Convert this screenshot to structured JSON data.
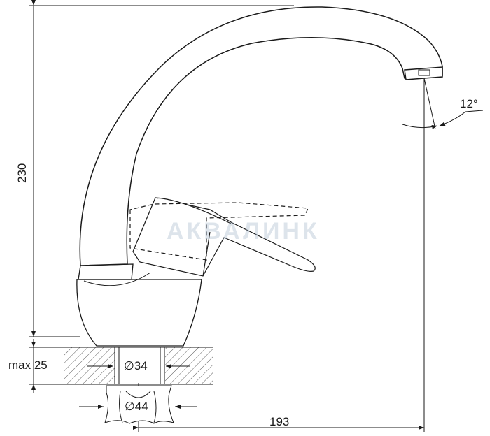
{
  "drawing": {
    "dimensions": {
      "height": "230",
      "reach": "193",
      "spout_angle": "12°",
      "max_countertop": "max 25",
      "hole_diameter": "∅34",
      "nut_diameter": "∅44"
    },
    "watermark": "АКВАЛИНК",
    "line_color": "#1a1a1a"
  }
}
